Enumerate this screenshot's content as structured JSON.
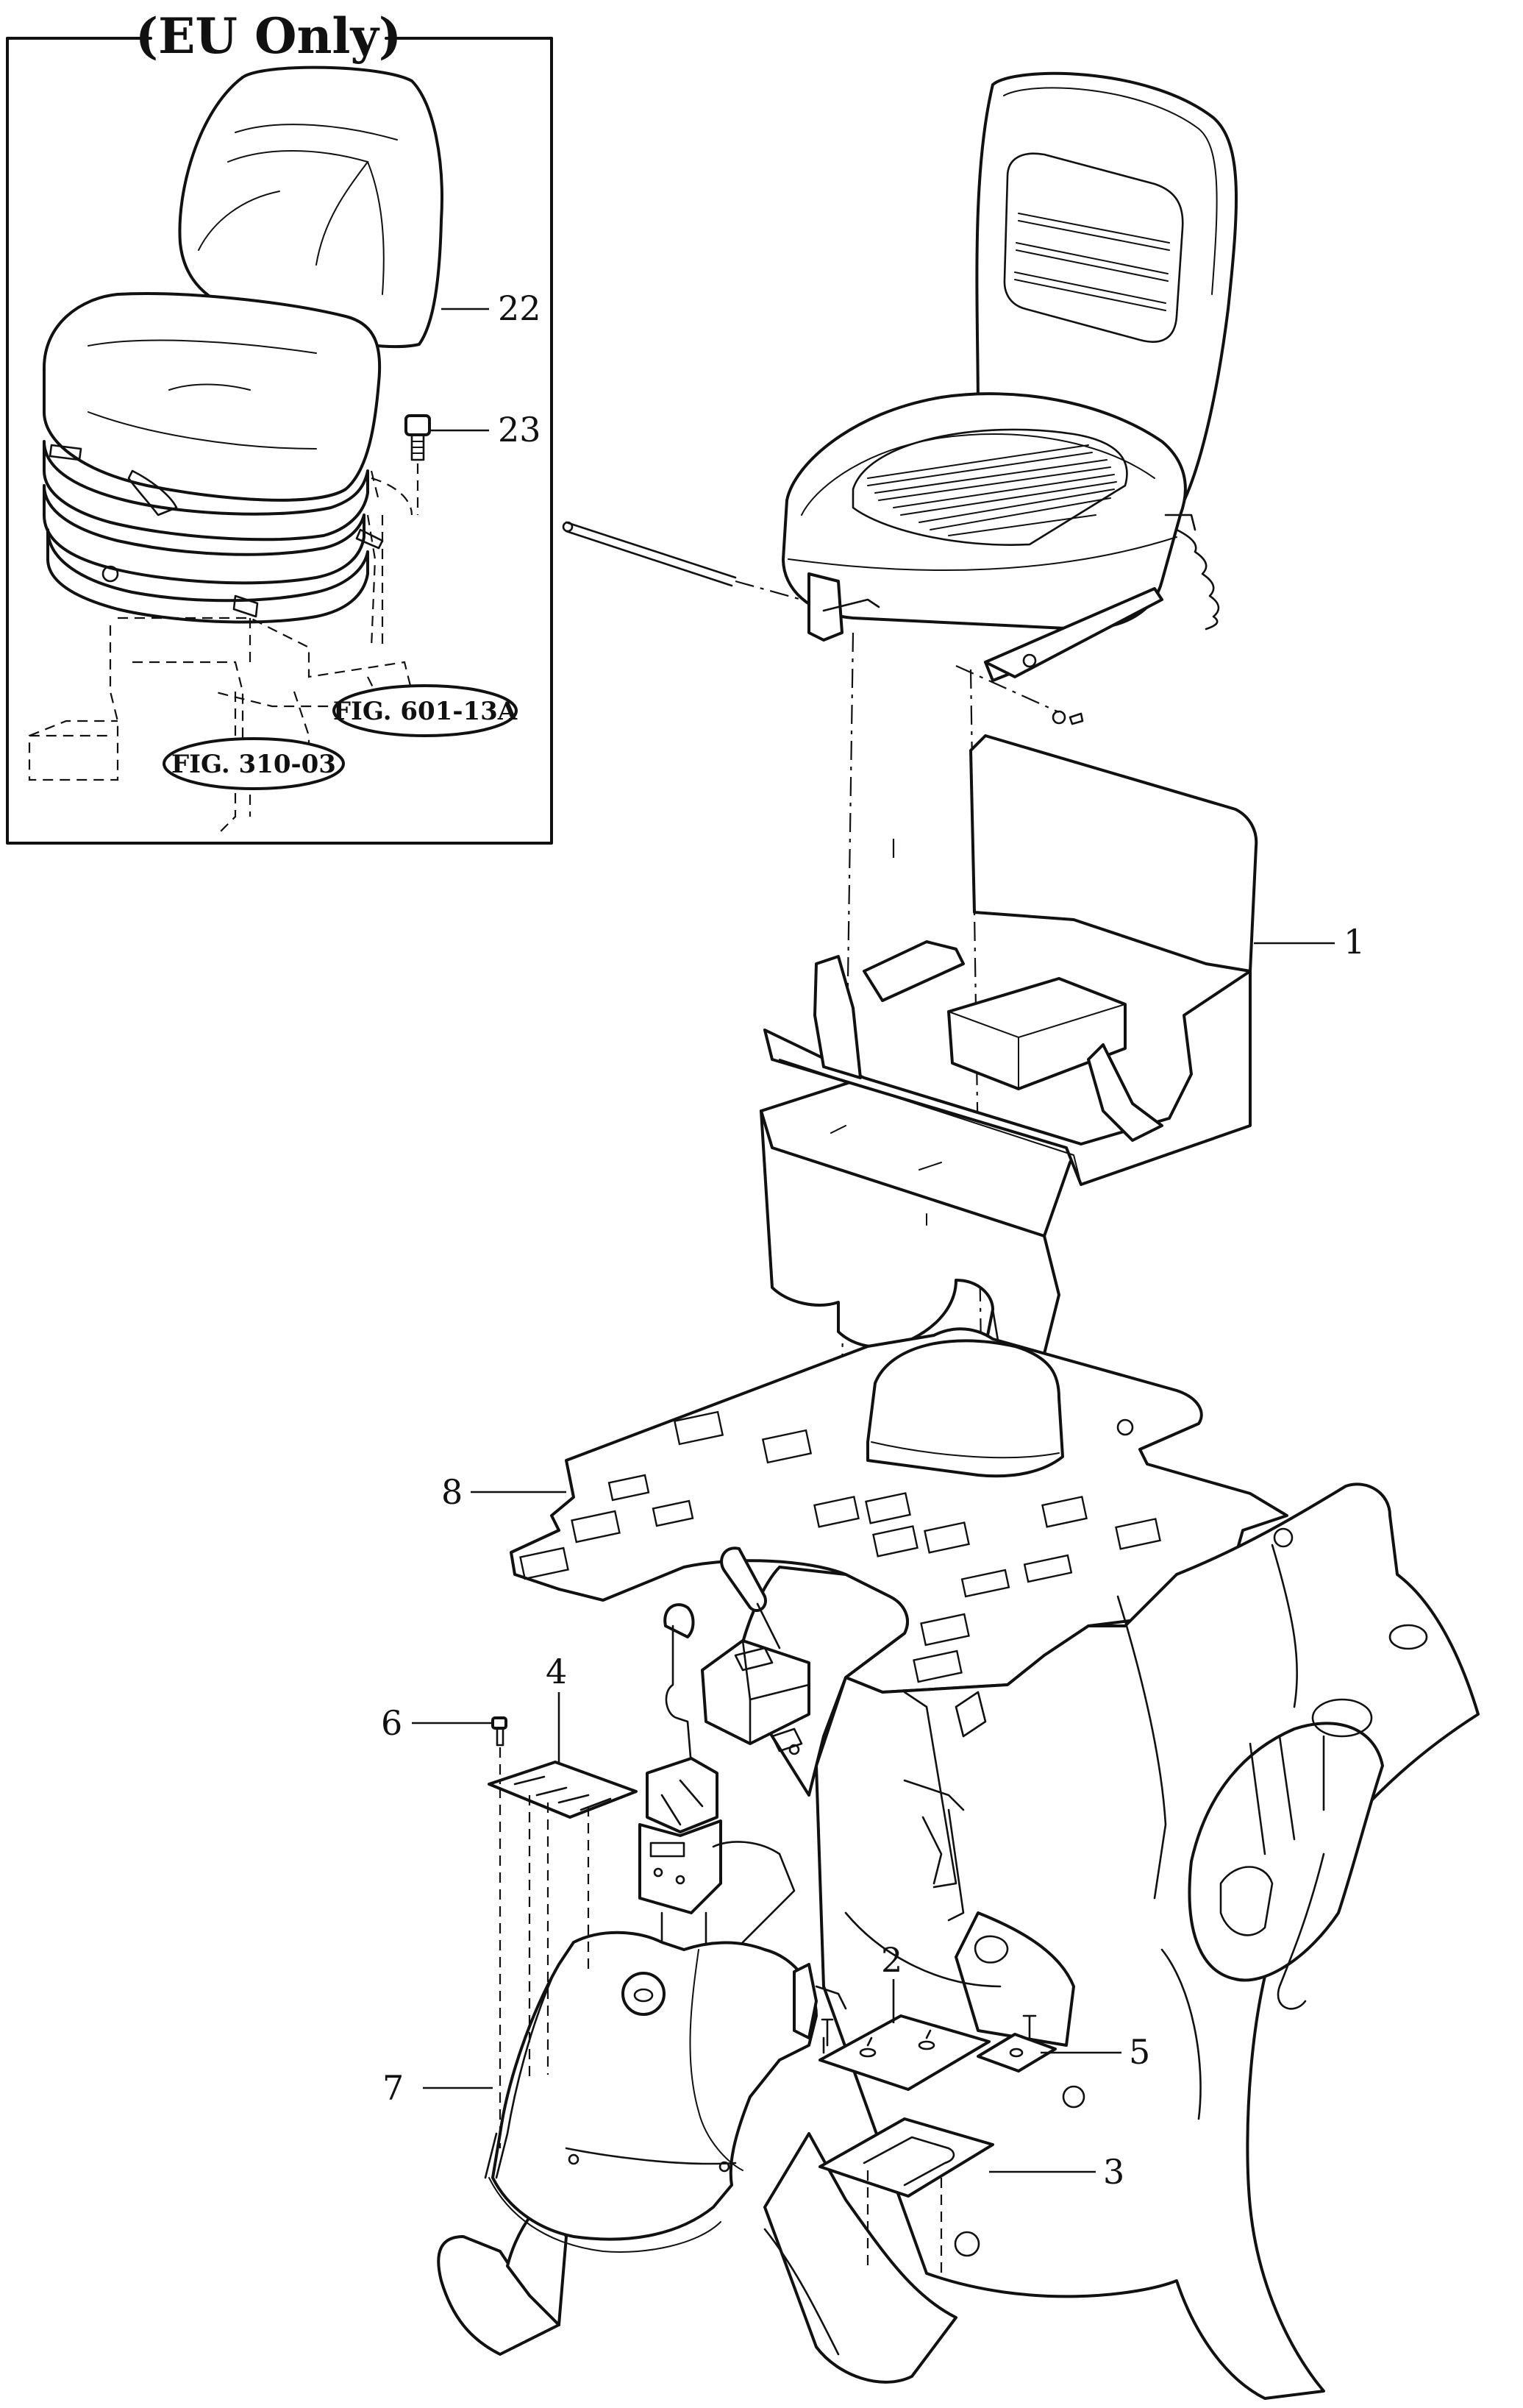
{
  "inset": {
    "title": "(EU Only)"
  },
  "figure_refs": [
    {
      "id": "fig-601-13a",
      "label": "FIG. 601-13A"
    },
    {
      "id": "fig-310-03",
      "label": "FIG. 310-03"
    }
  ],
  "callouts": [
    {
      "id": "1",
      "label": "1"
    },
    {
      "id": "2",
      "label": "2"
    },
    {
      "id": "3",
      "label": "3"
    },
    {
      "id": "4",
      "label": "4"
    },
    {
      "id": "5",
      "label": "5"
    },
    {
      "id": "6",
      "label": "6"
    },
    {
      "id": "7",
      "label": "7"
    },
    {
      "id": "8",
      "label": "8"
    },
    {
      "id": "22",
      "label": "22"
    },
    {
      "id": "23",
      "label": "23"
    }
  ]
}
